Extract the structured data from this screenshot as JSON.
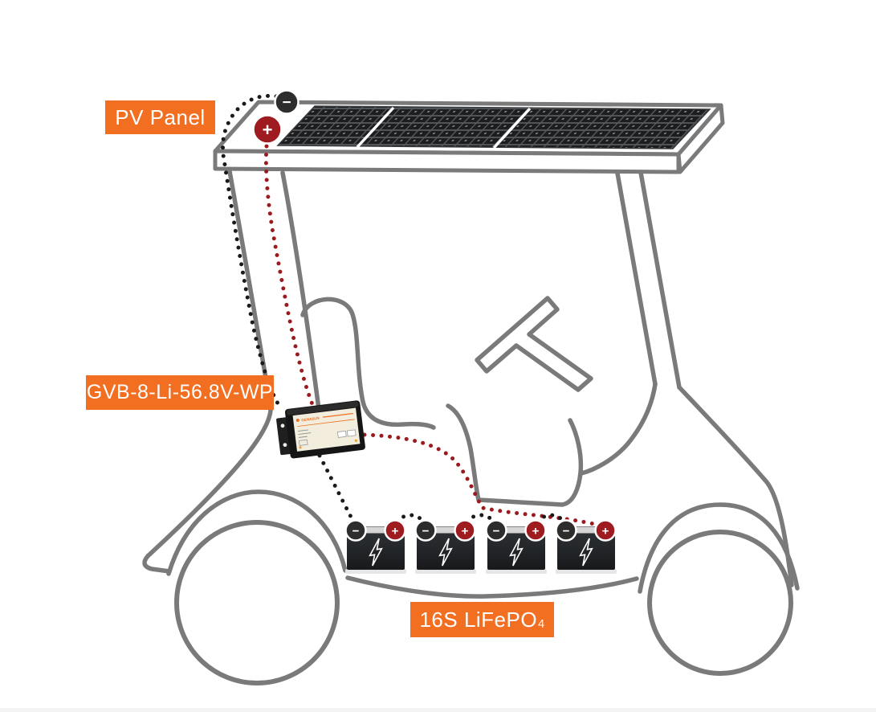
{
  "labels": {
    "pv_panel": "PV Panel",
    "controller_model": "GVB-8-Li-56.8V-WP",
    "battery_bank": "16S LiFePO",
    "battery_bank_sub": "4"
  },
  "controller_device": {
    "brand": "GENASUN"
  },
  "terminals": {
    "negative": "−",
    "positive": "+"
  },
  "colors": {
    "accent_orange": "#F26E21",
    "outline_gray": "#7A7A7A",
    "wire_negative": "#1A1A1A",
    "wire_positive": "#9B1A1E",
    "terminal_negative": "#2D2D2D",
    "terminal_positive": "#9E1B20",
    "battery_body": "#202224",
    "panel_cell": "#1B1D1F"
  }
}
